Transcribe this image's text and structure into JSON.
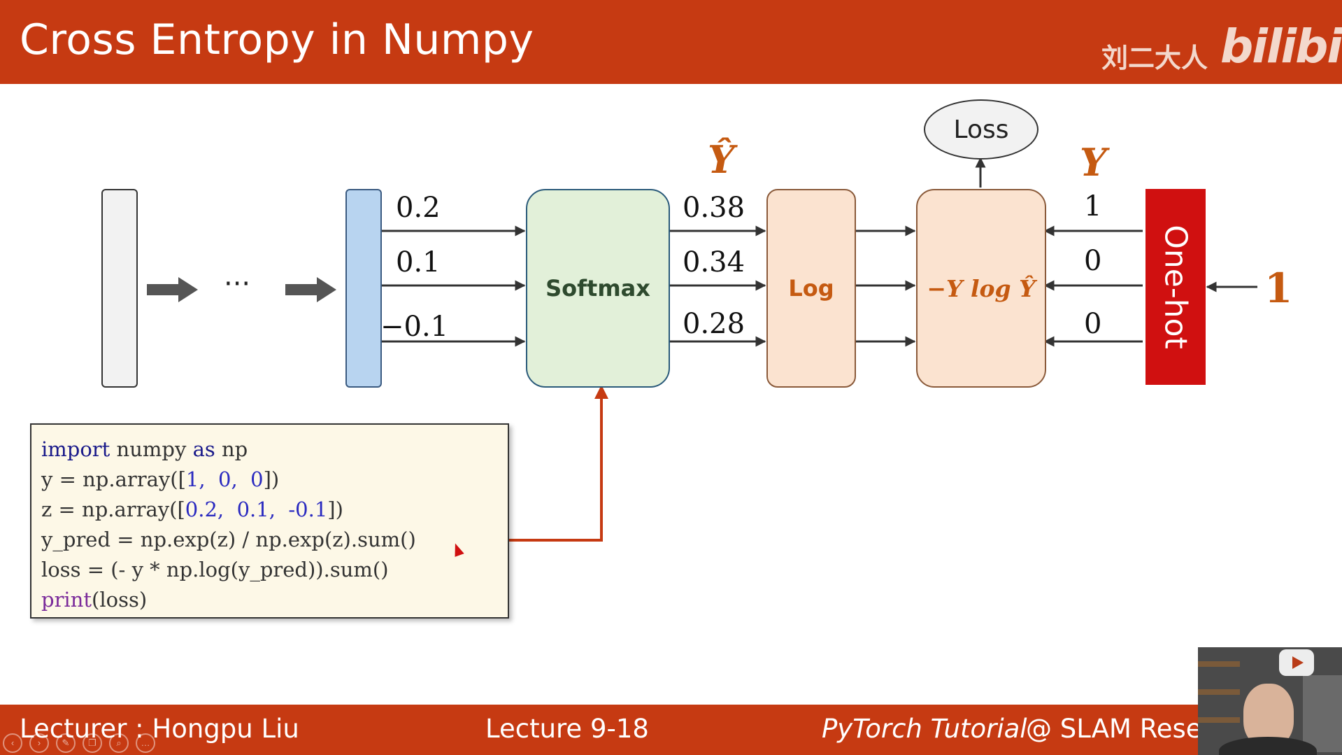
{
  "header": {
    "title": "Cross Entropy in Numpy",
    "brand_cn": "刘二大人",
    "brand_logo": "bilibili"
  },
  "diagram": {
    "ellipsis": "···",
    "logits": [
      "0.2",
      "0.1",
      "−0.1"
    ],
    "softmax_label": "Softmax",
    "probs": [
      "0.38",
      "0.34",
      "0.28"
    ],
    "y_hat_label": "Ŷ",
    "log_label": "Log",
    "loss_formula": "−Y log Ŷ",
    "loss_label": "Loss",
    "y_label": "Y",
    "targets": [
      "1",
      "0",
      "0"
    ],
    "onehot_label": "One-hot",
    "class_input": "1"
  },
  "code": {
    "line1_kw1": "import",
    "line1_mod": " numpy ",
    "line1_kw2": "as",
    "line1_alias": " np",
    "line2_pre": "y = np.array([",
    "line2_nums": "1,  0,  0",
    "line2_post": "])",
    "line3_pre": "z = np.array([",
    "line3_nums": "0.2,  0.1,  -0.1",
    "line3_post": "])",
    "line4": "y_pred = np.exp(z) / np.exp(z).sum()",
    "line5": "loss = (- y * np.log(y_pred)).sum()",
    "line6_fn": "print",
    "line6_rest": "(loss)"
  },
  "footer": {
    "lecturer": "Lecturer : Hongpu Liu",
    "lecture": "Lecture 9-18",
    "tutorial": "PyTorch Tutorial",
    "lab": "@ SLAM Resea"
  },
  "colors": {
    "header_bg": "#c63a12",
    "accent_orange": "#c55a11",
    "onehot_red": "#d01010",
    "softmax_fill": "#e2f0d9",
    "log_fill": "#fbe3d0",
    "vector_blue": "#b8d4f0"
  },
  "icons": [
    "play-icon",
    "prev-icon",
    "next-icon",
    "pen-icon",
    "copy-icon",
    "zoom-icon",
    "more-icon"
  ]
}
